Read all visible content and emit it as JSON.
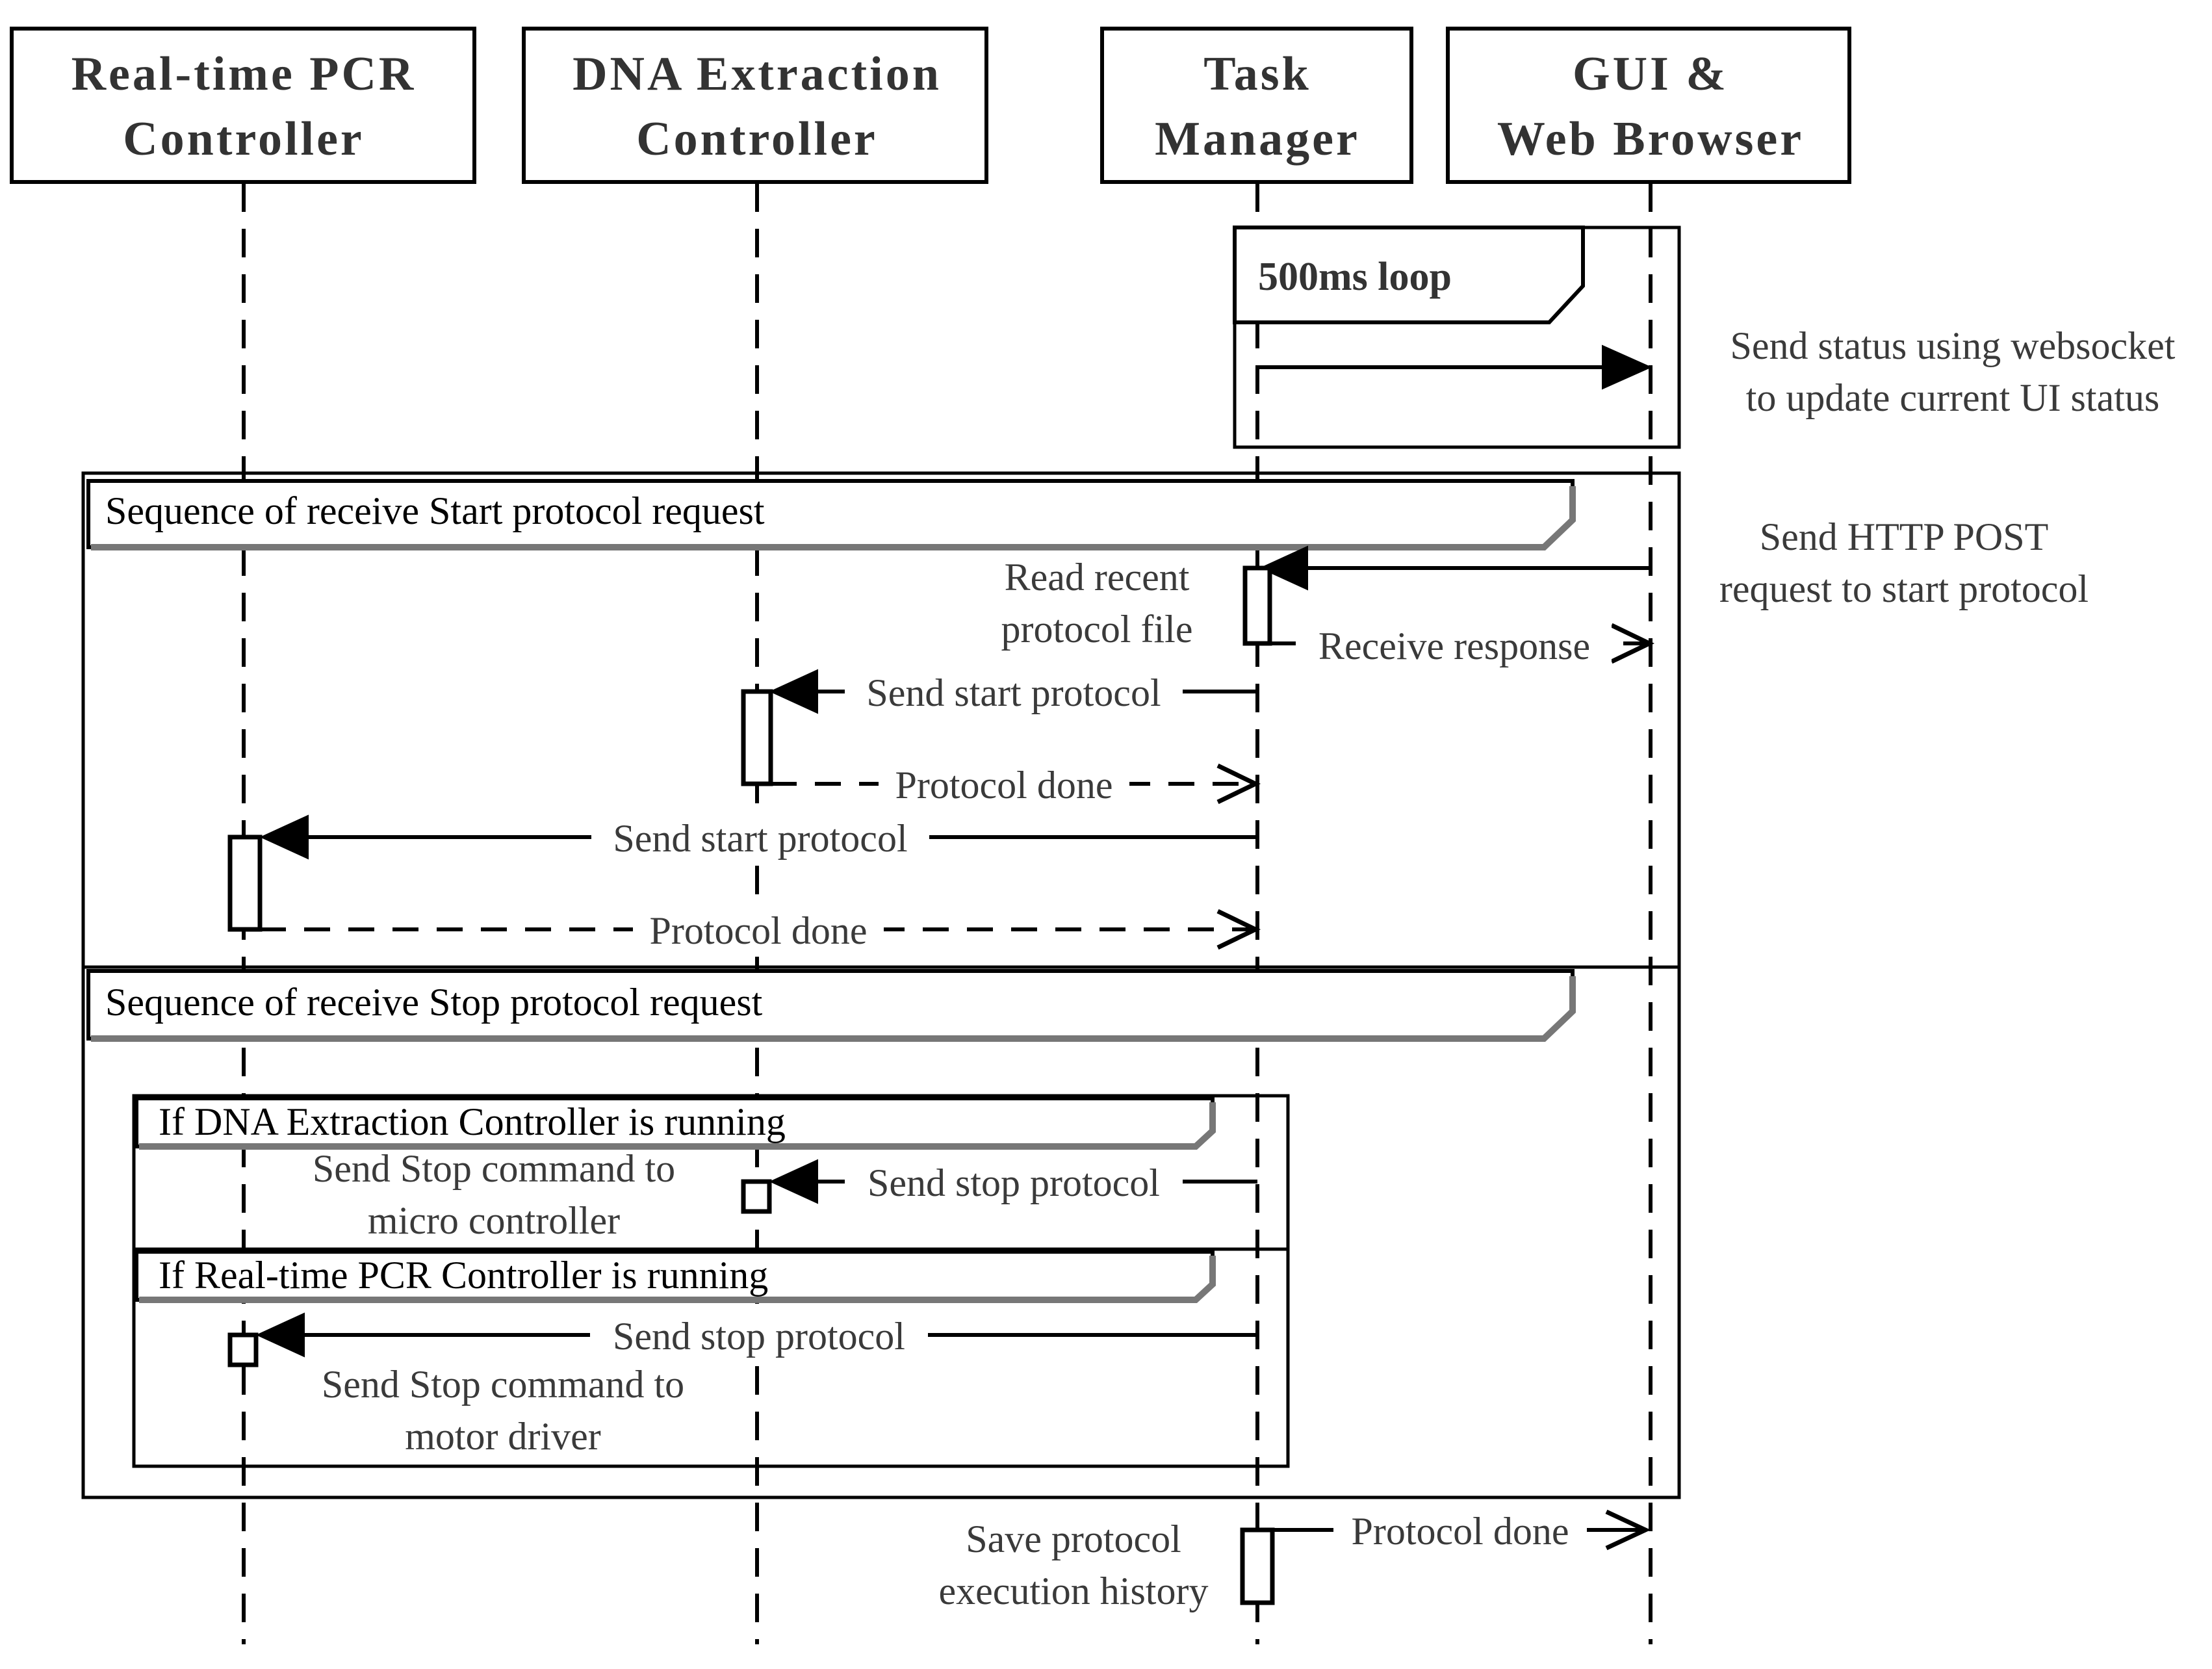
{
  "participants": [
    {
      "line1": "Real-time PCR",
      "line2": "Controller"
    },
    {
      "line1": "DNA Extraction",
      "line2": "Controller"
    },
    {
      "line1": "Task",
      "line2": "Manager"
    },
    {
      "line1": "GUI &",
      "line2": "Web Browser"
    }
  ],
  "loop": {
    "title": "500ms loop",
    "note_line1": "Send status using websocket",
    "note_line2": "to update current UI status"
  },
  "start_sequence": {
    "title": "Sequence of receive Start protocol request",
    "http_note_line1": "Send HTTP POST",
    "http_note_line2": "request to start protocol",
    "read_note_line1": "Read recent",
    "read_note_line2": "protocol file",
    "receive_response": "Receive response",
    "send_start_dna": "Send start protocol",
    "protocol_done_dna": "Protocol done",
    "send_start_pcr": "Send start protocol",
    "protocol_done_pcr": "Protocol done"
  },
  "stop_sequence": {
    "title": "Sequence of receive Stop protocol request",
    "alt_dna_title": "If DNA Extraction Controller is running",
    "dna_note_line1": "Send Stop command to",
    "dna_note_line2": "micro controller",
    "send_stop_dna": "Send stop protocol",
    "alt_pcr_title": "If Real-time PCR Controller is running",
    "send_stop_pcr": "Send stop protocol",
    "pcr_note_line1": "Send Stop command to",
    "pcr_note_line2": "motor driver"
  },
  "final": {
    "save_note_line1": "Save protocol",
    "save_note_line2": "execution history",
    "protocol_done": "Protocol done"
  }
}
